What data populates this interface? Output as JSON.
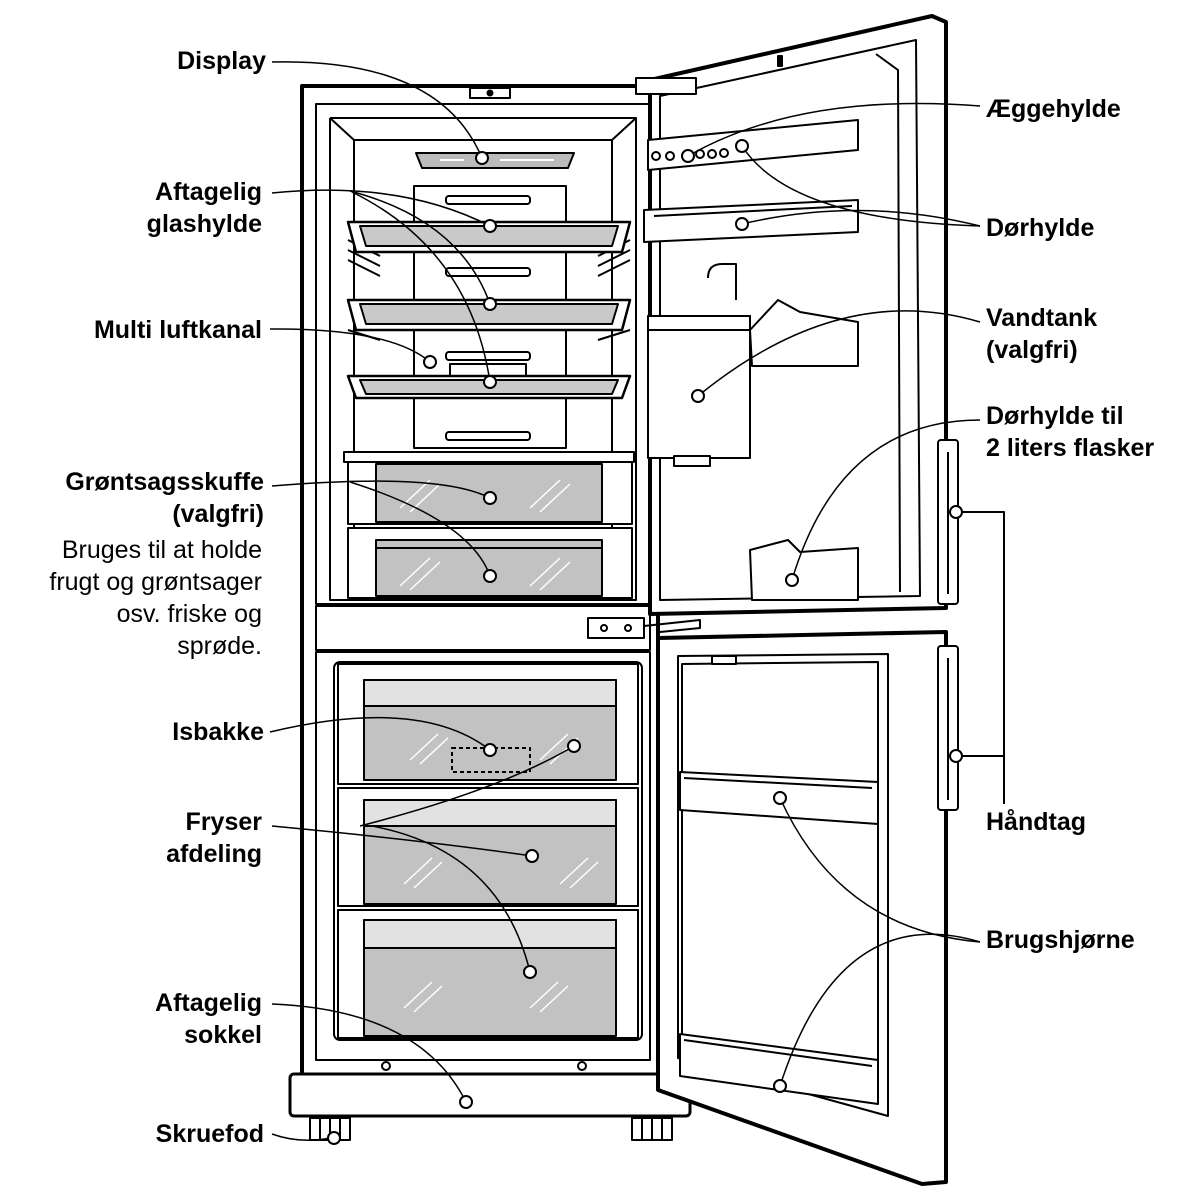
{
  "labels": {
    "display": [
      "Display"
    ],
    "glass_shelf": [
      "Aftagelig",
      "glashylde"
    ],
    "air_duct": [
      "Multi luftkanal"
    ],
    "crisper": [
      "Grøntsagsskuffe",
      "(valgfri)"
    ],
    "crisper_description": [
      "Bruges til at holde",
      "frugt og grøntsager",
      "osv. friske og",
      "sprøde."
    ],
    "ice_tray": [
      "Isbakke"
    ],
    "freezer": [
      "Fryser",
      "afdeling"
    ],
    "base_cover": [
      "Aftagelig",
      "sokkel"
    ],
    "leveling_foot": [
      "Skruefod"
    ],
    "egg_shelf": [
      "Æggehylde"
    ],
    "door_shelf": [
      "Dørhylde"
    ],
    "water_tank": [
      "Vandtank",
      "(valgfri)"
    ],
    "bottle_shelf": [
      "Dørhylde til",
      "2 liters flasker"
    ],
    "handle": [
      "Håndtag"
    ],
    "utility_corner": [
      "Brugshjørne"
    ]
  },
  "colors": {
    "outline": "#000000",
    "glass_fill": "#c9c9c9",
    "drawer_fill": "#c2c2c2",
    "background": "#ffffff"
  }
}
